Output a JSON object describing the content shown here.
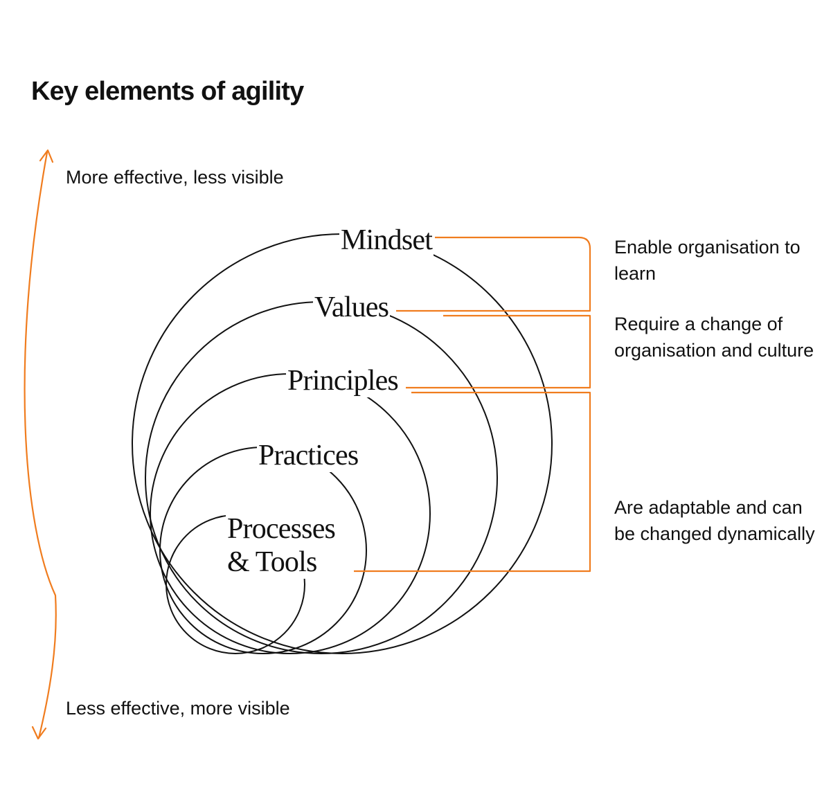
{
  "title": "Key elements of agility",
  "axis": {
    "top_label": "More effective, less visible",
    "bottom_label": "Less effective, more visible"
  },
  "layers": [
    {
      "label": "Mindset"
    },
    {
      "label": "Values"
    },
    {
      "label": "Principles"
    },
    {
      "label": "Practices"
    },
    {
      "label_line1": "Processes",
      "label_line2": "& Tools"
    }
  ],
  "groups": [
    {
      "text": "Enable organisation to learn"
    },
    {
      "text": "Require a change of organisation and culture"
    },
    {
      "text": "Are adaptable and can be changed dynamically"
    }
  ],
  "colors": {
    "accent": "#F07C1E",
    "ink": "#111111",
    "background": "#FFFFFF"
  }
}
